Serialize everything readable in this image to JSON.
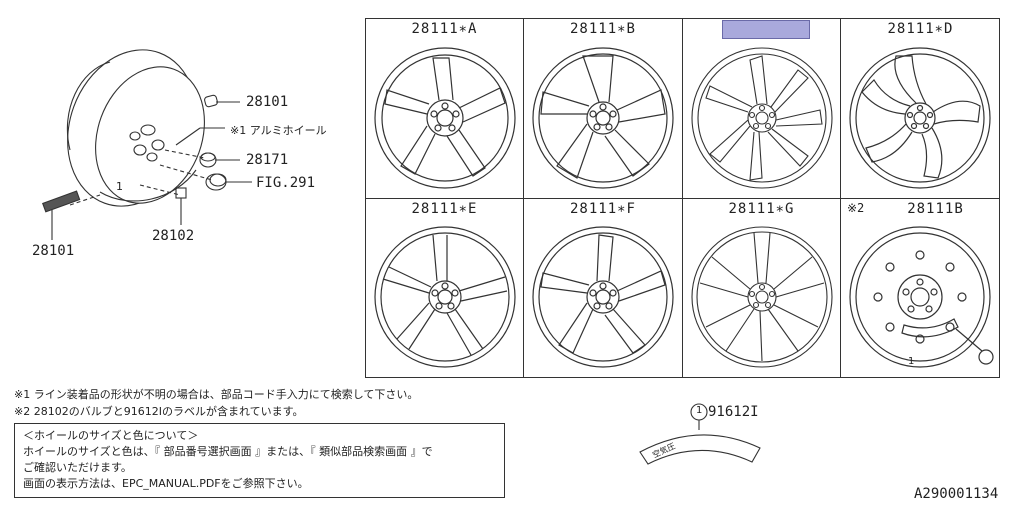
{
  "left_diagram": {
    "labels": {
      "valve_cap_top": "28101",
      "wheel_note": "※1 アルミホイール",
      "nut": "28171",
      "fig": "FIG.291",
      "weight": "28101",
      "valve": "28102",
      "leader_num": "1"
    }
  },
  "grid": {
    "cells": [
      {
        "title": "28111∗A",
        "style": "spoke5-split"
      },
      {
        "title": "28111∗B",
        "style": "spoke5-wide"
      },
      {
        "title": "",
        "style": "mesh",
        "highlighted": true
      },
      {
        "title": "28111∗D",
        "style": "spoke5-twist"
      },
      {
        "title": "28111∗E",
        "style": "spoke5-double"
      },
      {
        "title": "28111∗F",
        "style": "spoke5-blade"
      },
      {
        "title": "28111∗G",
        "style": "spoke10-multi"
      },
      {
        "title": "28111B",
        "prefix": "※2",
        "style": "steel",
        "callout": "1"
      }
    ]
  },
  "notes": {
    "note1": "※1 ライン装着品の形状が不明の場合は、部品コード手入力にて検索して下さい。",
    "note2": "※2 28102のバルブと91612Iのラベルが含まれています。"
  },
  "info_box": {
    "heading": "＜ホイールのサイズと色について＞",
    "line1": "ホイールのサイズと色は、『 部品番号選択画面 』または、『 類似部品検索画面 』で",
    "line2": "ご確認いただけます。",
    "line3": "画面の表示方法は、EPC_MANUAL.PDFをご参照下さい。"
  },
  "label_part": {
    "num": "1",
    "code": "91612I",
    "sticker_text": "空気圧"
  },
  "diagram_id": "A290001134"
}
